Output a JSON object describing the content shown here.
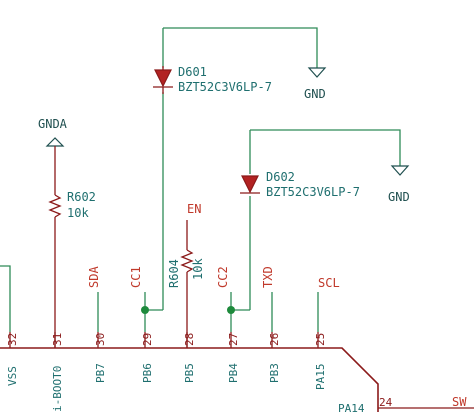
{
  "diode1": {
    "ref": "D601",
    "value": "BZT52C3V6LP-7"
  },
  "diode2": {
    "ref": "D602",
    "value": "BZT52C3V6LP-7"
  },
  "res1": {
    "ref": "R602",
    "value": "10k"
  },
  "res2": {
    "ref": "R604",
    "value": "10k"
  },
  "power": {
    "gnd1": "GND",
    "gnd2": "GND",
    "gnda": "GNDA"
  },
  "net_labels": {
    "en": "EN",
    "sda": "SDA",
    "cc1": "CC1",
    "cc2": "CC2",
    "txd": "TXD",
    "scl": "SCL",
    "sw": "SW"
  },
  "pins": [
    {
      "num": "32",
      "name": "VSS"
    },
    {
      "num": "31",
      "name": "i-BOOT0"
    },
    {
      "num": "30",
      "name": "PB7"
    },
    {
      "num": "29",
      "name": "PB6"
    },
    {
      "num": "28",
      "name": "PB5"
    },
    {
      "num": "27",
      "name": "PB4"
    },
    {
      "num": "26",
      "name": "PB3"
    },
    {
      "num": "25",
      "name": "PA15"
    }
  ],
  "pin24": {
    "num": "24",
    "name": "PA14"
  },
  "colors": {
    "wire": "#2e8b57",
    "component": "#8b1a1a",
    "net_label": "#c0392b",
    "reference": "#1f6f6f"
  }
}
